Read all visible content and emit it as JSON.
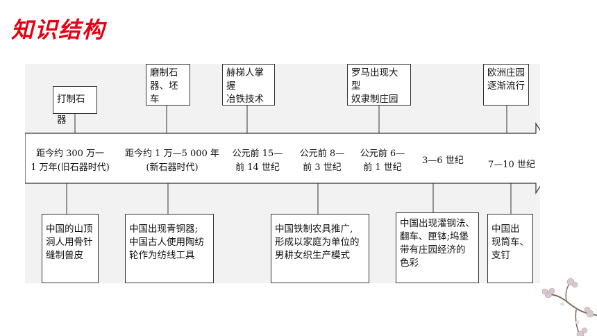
{
  "title": "知识结构",
  "timeline": {
    "eras": [
      "距今约 300 万一\n1 万年(旧石器时代)",
      "距今约 1 万—5 000 年\n(新石器时代)",
      "公元前 15—\n前 14 世纪",
      "公元前 8—\n前 3 世纪",
      "公元前 6—\n前 1 世纪",
      "3—6 世纪",
      "7—10 世纪"
    ],
    "top_boxes": [
      "打制石器",
      "磨制石\n器、坯车",
      "赫梯人掌握\n冶铁技术",
      "罗马出现大型\n奴隶制庄园",
      "欧洲庄园\n逐渐流行"
    ],
    "bottom_boxes": [
      "中国的山顶\n洞人用骨针\n缝制兽皮",
      "中国出现青铜器;\n中国古人使用陶纺\n轮作为纺线工具",
      "中国铁制农具推广,\n形成以家庭为单位的\n男耕女织生产模式",
      "中国出现灌钢法、\n翻车、匣钵;坞堡\n带有庄园经济的\n色彩",
      "中国出\n现筒车、\n支钉"
    ]
  },
  "colors": {
    "title": "#e60012",
    "panel": "#f2f2f2",
    "arrow_fill": "#ffffff",
    "line": "#333333"
  }
}
